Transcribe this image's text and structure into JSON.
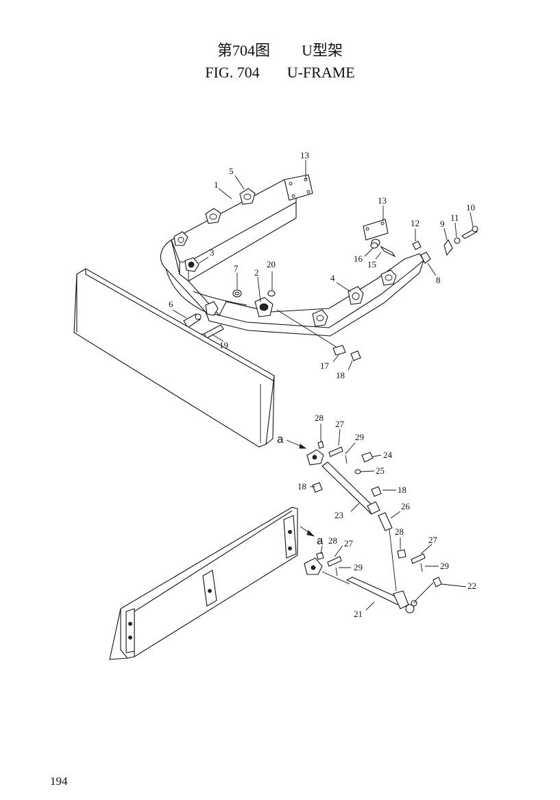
{
  "header": {
    "line1_a": "第704图",
    "line1_b": "U型架",
    "line2_a": "FIG. 704",
    "line2_b": "U-FRAME"
  },
  "page_number": "194",
  "view_marker": "a",
  "callouts": {
    "c1": "1",
    "c2": "2",
    "c3": "3",
    "c4": "4",
    "c5": "5",
    "c6": "6",
    "c7": "7",
    "c8": "8",
    "c9": "9",
    "c10": "10",
    "c11": "11",
    "c12": "12",
    "c13a": "13",
    "c13b": "13",
    "c15": "15",
    "c16": "16",
    "c17": "17",
    "c18a": "18",
    "c18b": "18",
    "c18c": "18",
    "c19": "19",
    "c20": "20",
    "c21": "21",
    "c22": "22",
    "c23": "23",
    "c24": "24",
    "c25": "25",
    "c26": "26",
    "c27a": "27",
    "c27b": "27",
    "c27c": "27",
    "c28a": "28",
    "c28b": "28",
    "c28c": "28",
    "c29a": "29",
    "c29b": "29",
    "c29c": "29"
  }
}
